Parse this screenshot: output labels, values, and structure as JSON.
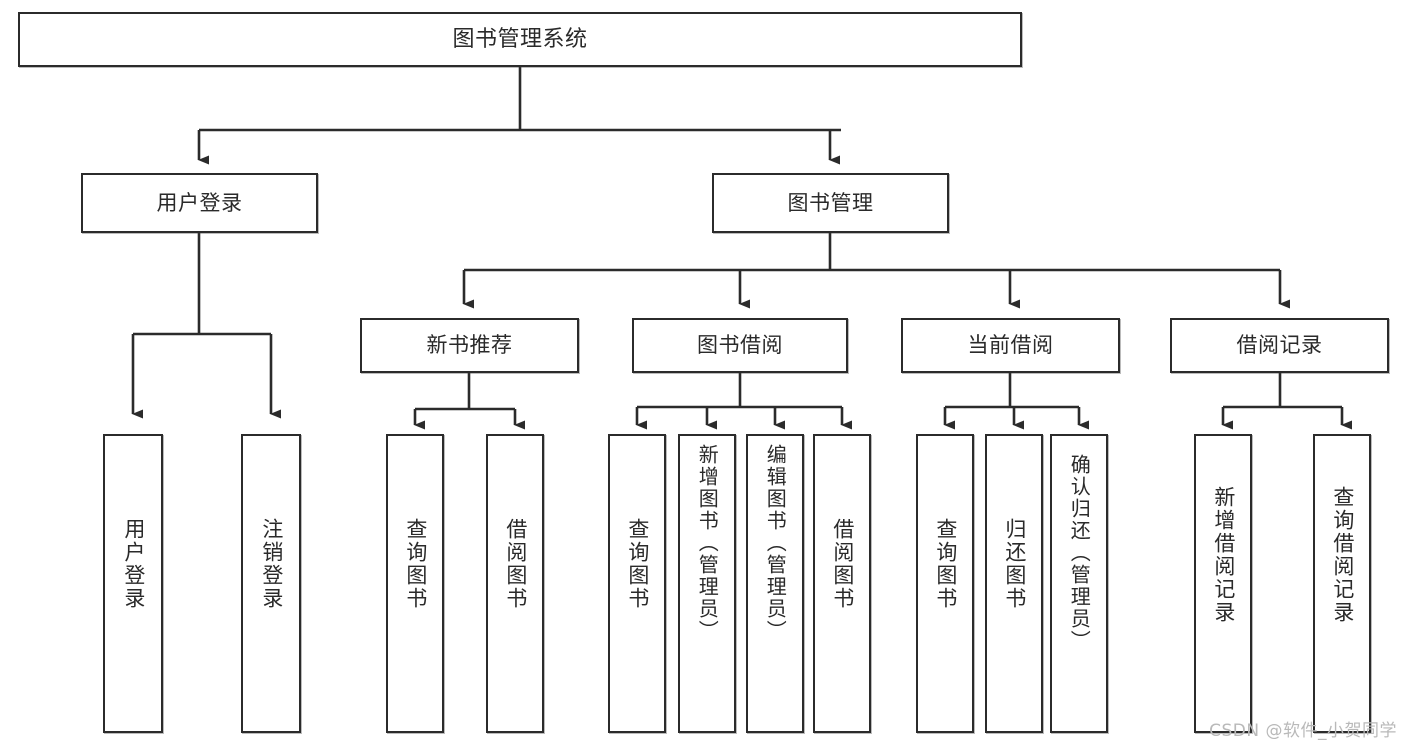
{
  "diagram": {
    "type": "tree-hierarchy",
    "title": "图书管理系统",
    "orientation": "top-down",
    "colors": {
      "box_border": "#2b2b2b",
      "box_fill": "#ffffff",
      "edge": "#2b2b2b",
      "text": "#2a2a2a",
      "watermark": "#b9b9b9",
      "page_background": "#ffffff"
    },
    "root": {
      "label": "图书管理系统"
    },
    "level2": [
      {
        "label": "用户登录"
      },
      {
        "label": "图书管理"
      }
    ],
    "level3": [
      {
        "label": "新书推荐"
      },
      {
        "label": "图书借阅"
      },
      {
        "label": "当前借阅"
      },
      {
        "label": "借阅记录"
      }
    ],
    "leaves": {
      "user_login": [
        {
          "label": "用户登录"
        },
        {
          "label": "注销登录"
        }
      ],
      "new_book_recommend": [
        {
          "label": "查询图书"
        },
        {
          "label": "借阅图书"
        }
      ],
      "book_borrow": [
        {
          "label": "查询图书"
        },
        {
          "label": "新增图书（管理员）"
        },
        {
          "label": "编辑图书（管理员）"
        },
        {
          "label": "借阅图书"
        }
      ],
      "current_borrow": [
        {
          "label": "查询图书"
        },
        {
          "label": "归还图书"
        },
        {
          "label": "确认归还（管理员）"
        }
      ],
      "borrow_records": [
        {
          "label": "新增借阅记录"
        },
        {
          "label": "查询借阅记录"
        }
      ]
    }
  },
  "watermark": {
    "text": "CSDN @软件_小贺同学"
  }
}
